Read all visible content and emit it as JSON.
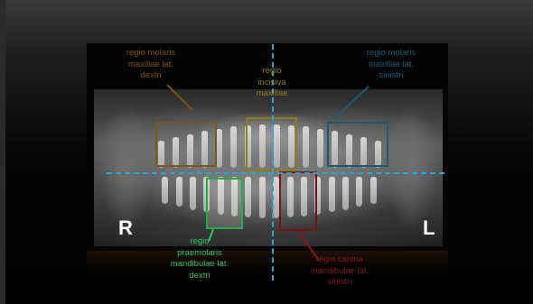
{
  "sides": {
    "right": "R",
    "left": "L"
  },
  "regions": {
    "molaris_dextri": {
      "lines": [
        "regio molaris",
        "maxillae lat.",
        "dextri"
      ],
      "color": "#7a5410"
    },
    "incisiva": {
      "lines": [
        "regio",
        "incisiva",
        "maxillae"
      ],
      "color": "#8f7a1c"
    },
    "molaris_sinistri": {
      "lines": [
        "regio molaris",
        "maxillae lat.",
        "sinistri"
      ],
      "color": "#1c5a78"
    },
    "canina": {
      "lines": [
        "regio canina",
        "mandibulae lat.",
        "sinistri"
      ],
      "color": "#8a1515"
    },
    "praemolaris": {
      "lines": [
        "regio",
        "praemolaris",
        "mandibulae lat.",
        "dextri"
      ],
      "color": "#2dc35a"
    }
  },
  "guide_line_color": "#2aa6d6"
}
